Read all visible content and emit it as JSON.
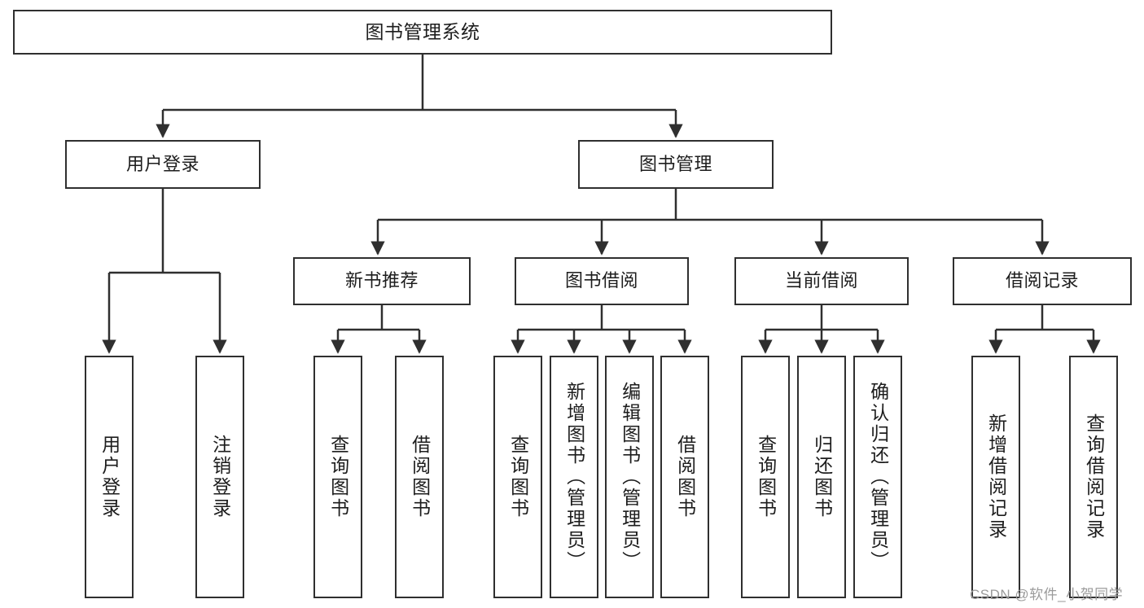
{
  "diagram": {
    "type": "tree-hierarchy",
    "title": "图书管理系统",
    "watermark": "CSDN @软件_小贺同学",
    "colors": {
      "background": "#ffffff",
      "stroke": "#2f2f2f",
      "text": "#1d1d1d",
      "watermark": "#9b9b9b"
    },
    "nodes": {
      "root": "图书管理系统",
      "level2": [
        "用户登录",
        "图书管理"
      ],
      "level3": [
        "新书推荐",
        "图书借阅",
        "当前借阅",
        "借阅记录"
      ],
      "leaves": {
        "user_login": [
          "用户登录",
          "注销登录"
        ],
        "new_book_recommend": [
          "查询图书",
          "借阅图书"
        ],
        "book_borrow": [
          "查询图书",
          "新增图书（管理员）",
          "编辑图书（管理员）",
          "借阅图书"
        ],
        "current_borrow": [
          "查询图书",
          "归还图书",
          "确认归还（管理员）"
        ],
        "borrow_record": [
          "新增借阅记录",
          "查询借阅记录"
        ]
      }
    }
  }
}
